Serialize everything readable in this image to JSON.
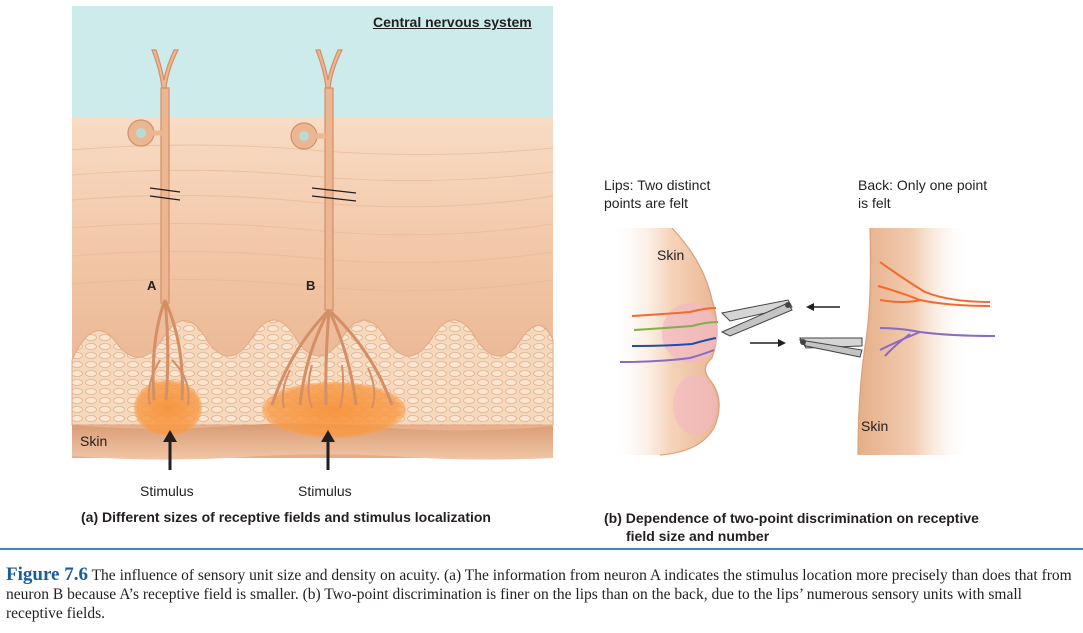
{
  "panel_a": {
    "cns_label": "Central nervous system",
    "neuron_a_label": "A",
    "neuron_b_label": "B",
    "skin_label": "Skin",
    "stimulus_left": "Stimulus",
    "stimulus_right": "Stimulus",
    "caption": "(a) Different sizes of receptive fields and stimulus localization"
  },
  "panel_b": {
    "lips_title_line1": "Lips: Two distinct",
    "lips_title_line2": "points are felt",
    "back_title_line1": "Back: Only one point",
    "back_title_line2": "is felt",
    "lips_skin_label": "Skin",
    "back_skin_label": "Skin",
    "caption_line1": "(b) Dependence of two-point discrimination on receptive",
    "caption_line2": "field size and number"
  },
  "figure_caption": {
    "number": "Figure 7.6",
    "text": "The influence of sensory unit size and density on acuity. (a) The information from neuron A indicates the stimulus location more precisely than does that from neuron B because A’s receptive field is smaller. (b) Two-point discrimination is finer on the lips than on the back, due to the lips’ numerous sensory units with small receptive fields."
  },
  "colors": {
    "cns_bg": "#cdebea",
    "skin_upper": "#f4cdb1",
    "skin_lower": "#dca17c",
    "neuron": "#e3a37d",
    "receptive_field": "#f7923a",
    "caption_blue": "#1a5d9e",
    "rule_blue": "#3f86c6"
  }
}
